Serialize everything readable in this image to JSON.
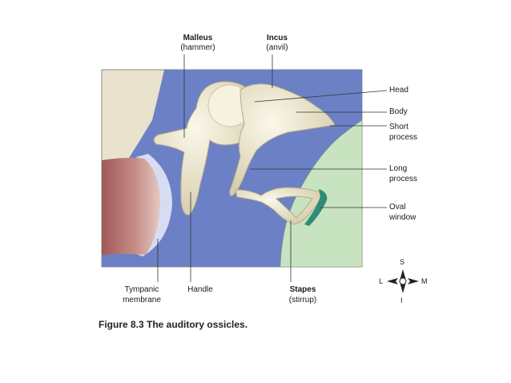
{
  "labels": {
    "malleus": "Malleus",
    "malleus_sub": "(hammer)",
    "incus": "Incus",
    "incus_sub": "(anvil)",
    "head": "Head",
    "body": "Body",
    "short_process": [
      "Short",
      "process"
    ],
    "long_process": [
      "Long",
      "process"
    ],
    "oval_window": [
      "Oval",
      "window"
    ],
    "tympanic_membrane": [
      "Tympanic",
      "membrane"
    ],
    "handle": "Handle",
    "stapes": "Stapes",
    "stapes_sub": "(stirrup)"
  },
  "caption": "Figure 8.3  The auditory ossicles.",
  "compass": {
    "top": "S",
    "left": "L",
    "right": "M",
    "bottom": "I"
  },
  "colors": {
    "background": "#e9e2cd",
    "cavity": "#6c80c6",
    "green": "#c8e3c0",
    "bone": "#ece6cc",
    "canal": "#b8726d"
  }
}
